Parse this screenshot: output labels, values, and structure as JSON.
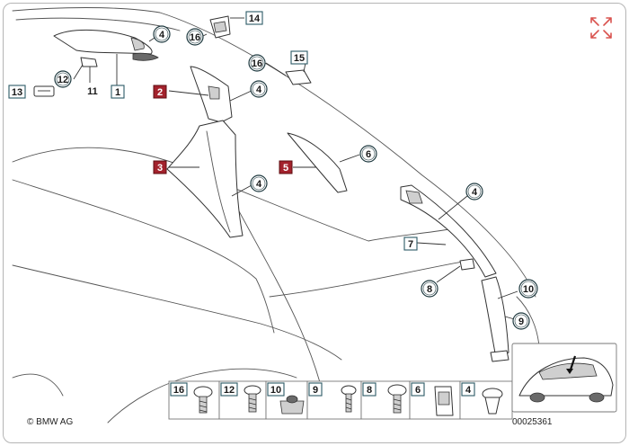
{
  "callouts": {
    "c1": "1",
    "c2": "2",
    "c3": "3",
    "c4a": "4",
    "c4b": "4",
    "c4c": "4",
    "c4d": "4",
    "c5": "5",
    "c6": "6",
    "c7": "7",
    "c8": "8",
    "c9": "9",
    "c10": "10",
    "c11": "11",
    "c12": "12",
    "c13": "13",
    "c14": "14",
    "c15": "15",
    "c16a": "16",
    "c16b": "16"
  },
  "parts_strip": [
    "16",
    "12",
    "10",
    "9",
    "8",
    "6",
    "4"
  ],
  "copyright": "© BMW AG",
  "diagram_number": "00025361",
  "colors": {
    "red_label": "#a3222c",
    "teal_label": "#2c5a66",
    "expand_icon": "#d9534f"
  },
  "icons": {
    "top_right": "expand-arrows-icon"
  }
}
